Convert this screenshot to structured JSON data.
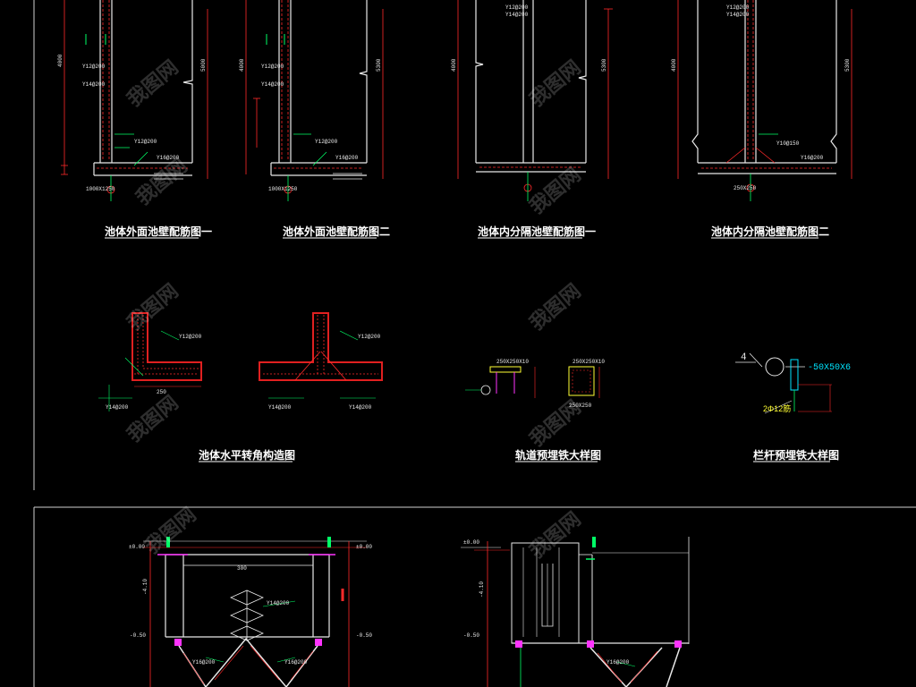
{
  "colors": {
    "background": "#000000",
    "concrete_line": "#e8e8e8",
    "dimension": "#ff2a2a",
    "rebar_note": "#00ff66",
    "steel_plate": "#d02020",
    "cyan_note": "#00e5ff",
    "yellow_note": "#ffff33",
    "magenta_mark": "#ff33ff"
  },
  "titles": {
    "wall_outer_1": "池体外面池壁配筋图一",
    "wall_outer_2": "池体外面池壁配筋图二",
    "wall_inner_1": "池体内分隔池壁配筋图一",
    "wall_inner_2": "池体内分隔池壁配筋图二",
    "corner": "池体水平转角构造图",
    "rail": "轨道预埋铁大样图",
    "railing": "栏杆预埋铁大样图"
  },
  "annotations": {
    "rebar_a": "Y12@200",
    "rebar_b": "Y14@200",
    "rebar_c": "Y16@200",
    "rebar_d": "Y10@150",
    "base_a": "1000X1250",
    "base_b": "250X250",
    "dim_a": "4000",
    "dim_b": "5000",
    "dim_c": "5300",
    "dim_d": "300",
    "dim_e": "250",
    "angle_spec": "-50X50X6",
    "callout_4": "4",
    "anchor": "2Φ12筋",
    "plate_a": "250X250X10",
    "level_a": "±0.00",
    "level_b": "-0.50",
    "level_c": "-4.10"
  },
  "watermark": {
    "text": "我图网"
  }
}
